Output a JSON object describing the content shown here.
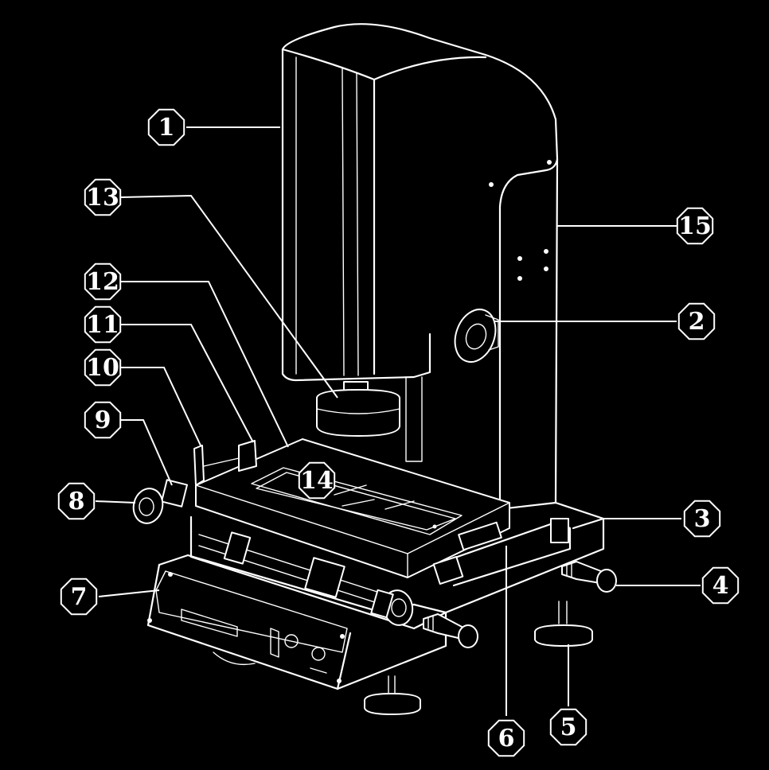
{
  "callouts": [
    {
      "id": "1",
      "label": "1"
    },
    {
      "id": "2",
      "label": "2"
    },
    {
      "id": "3",
      "label": "3"
    },
    {
      "id": "4",
      "label": "4"
    },
    {
      "id": "5",
      "label": "5"
    },
    {
      "id": "6",
      "label": "6"
    },
    {
      "id": "7",
      "label": "7"
    },
    {
      "id": "8",
      "label": "8"
    },
    {
      "id": "9",
      "label": "9"
    },
    {
      "id": "10",
      "label": "10"
    },
    {
      "id": "11",
      "label": "11"
    },
    {
      "id": "12",
      "label": "12"
    },
    {
      "id": "13",
      "label": "13"
    },
    {
      "id": "14",
      "label": "14"
    },
    {
      "id": "15",
      "label": "15"
    }
  ],
  "colors": {
    "background": "#000000",
    "line": "#ffffff"
  }
}
